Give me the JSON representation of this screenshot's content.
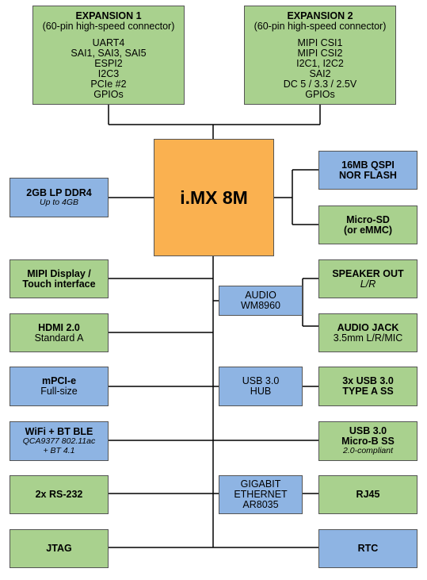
{
  "expansion1": {
    "title": "EXPANSION 1",
    "subtitle": "(60-pin high-speed connector)",
    "items": [
      "UART4",
      "SAI1, SAI3, SAI5",
      "ESPI2",
      "I2C3",
      "PCIe #2",
      "GPIOs"
    ]
  },
  "expansion2": {
    "title": "EXPANSION 2",
    "subtitle": "(60-pin high-speed connector)",
    "items": [
      "MIPI CSI1",
      "MIPI CSI2",
      "I2C1, I2C2",
      "SAI2",
      "DC 5 / 3.3 / 2.5V",
      "GPIOs"
    ]
  },
  "cpu": {
    "label": "i.MX 8M"
  },
  "ddr": {
    "title": "2GB LP DDR4",
    "note": "Up to 4GB"
  },
  "qspi": {
    "line1": "16MB QSPI",
    "line2": "NOR FLASH"
  },
  "microsd": {
    "line1": "Micro-SD",
    "line2": "(or eMMC)"
  },
  "mipi_display": {
    "line1": "MIPI Display /",
    "line2": "Touch interface"
  },
  "audio": {
    "line1": "AUDIO",
    "line2": "WM8960"
  },
  "speaker": {
    "title": "SPEAKER OUT",
    "note": "L/R"
  },
  "audio_jack": {
    "title": "AUDIO JACK",
    "note": "3.5mm L/R/MIC"
  },
  "hdmi": {
    "title": "HDMI 2.0",
    "note": "Standard A"
  },
  "mpcie": {
    "title": "mPCI-e",
    "note": "Full-size"
  },
  "usb_hub": {
    "line1": "USB 3.0",
    "line2": "HUB"
  },
  "usb_typea": {
    "line1": "3x USB 3.0",
    "line2": "TYPE A SS"
  },
  "wifi": {
    "title": "WiFi + BT BLE",
    "note1": "QCA9377 802.11ac",
    "note2": "+ BT 4.1"
  },
  "usb_microb": {
    "line1": "USB 3.0",
    "line2": "Micro-B SS",
    "note": "2.0-compliant"
  },
  "rs232": {
    "label": "2x RS-232"
  },
  "ethernet": {
    "line1": "GIGABIT",
    "line2": "ETHERNET",
    "line3": "AR8035"
  },
  "rj45": {
    "label": "RJ45"
  },
  "jtag": {
    "label": "JTAG"
  },
  "rtc": {
    "label": "RTC"
  },
  "colors": {
    "green": "#a9d18e",
    "blue": "#8eb4e3",
    "orange": "#fab150",
    "line": "#000000"
  }
}
